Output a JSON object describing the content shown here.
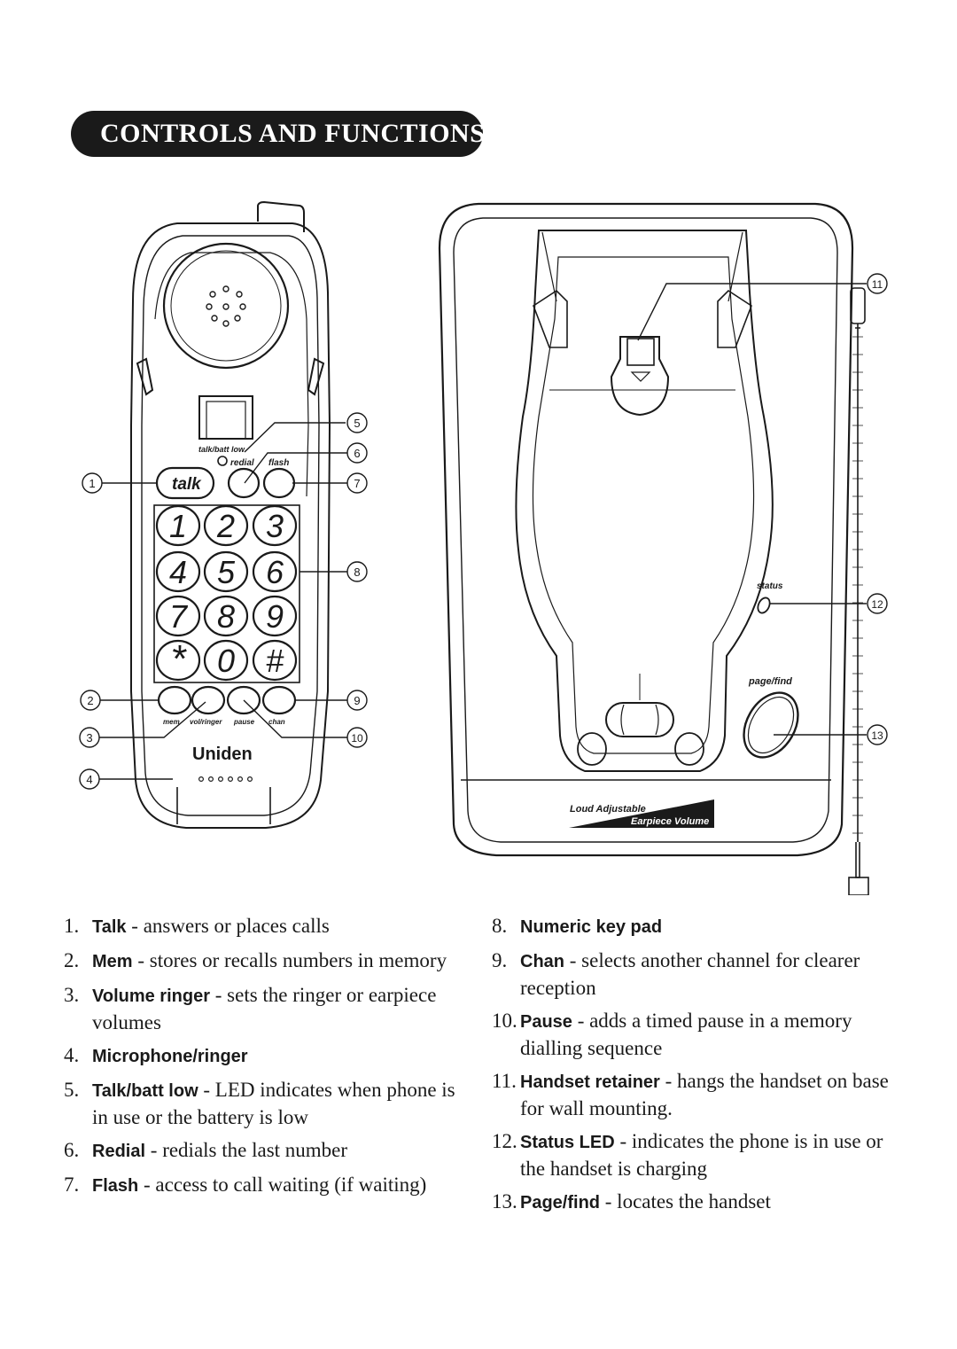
{
  "header": {
    "title": "CONTROLS AND FUNCTIONS"
  },
  "handset": {
    "talk_key": "talk",
    "talkbatt_label": "talk/batt low",
    "redial_label": "redial",
    "flash_label": "flash",
    "keys": [
      "1",
      "2",
      "3",
      "4",
      "5",
      "6",
      "7",
      "8",
      "9",
      "*",
      "0",
      "#"
    ],
    "bottom_labels": [
      "mem",
      "vol/ringer",
      "pause",
      "chan"
    ],
    "brand": "Uniden"
  },
  "base": {
    "status_label": "status",
    "pagefind_label": "page/find",
    "volume_text_1": "Loud Adjustable",
    "volume_text_2": "Earpiece Volume"
  },
  "callouts": [
    "1",
    "2",
    "3",
    "4",
    "5",
    "6",
    "7",
    "8",
    "9",
    "10",
    "11",
    "12",
    "13"
  ],
  "items_left": [
    {
      "n": "1.",
      "term": "Talk",
      "desc": " - answers or places calls"
    },
    {
      "n": "2.",
      "term": "Mem",
      "desc": " - stores or recalls numbers in memory"
    },
    {
      "n": "3.",
      "term": "Volume ringer",
      "desc": " - sets the ringer or earpiece volumes"
    },
    {
      "n": "4.",
      "term": "Microphone/ringer",
      "desc": ""
    },
    {
      "n": "5.",
      "term": "Talk/batt low",
      "desc": " - LED indicates when phone is in use or the battery is low"
    },
    {
      "n": "6.",
      "term": "Redial",
      "desc": " - redials the last number"
    },
    {
      "n": "7.",
      "term": "Flash",
      "desc": " - access to call waiting (if waiting)"
    }
  ],
  "items_right": [
    {
      "n": "8.",
      "term": "Numeric key pad",
      "desc": ""
    },
    {
      "n": "9.",
      "term": "Chan",
      "desc": " - selects another channel for clearer reception"
    },
    {
      "n": "10.",
      "term": "Pause",
      "desc": " - adds a timed pause in a memory dialling sequence"
    },
    {
      "n": "11.",
      "term": "Handset retainer",
      "desc": " - hangs the handset on base for wall mounting."
    },
    {
      "n": "12.",
      "term": "Status LED",
      "desc": " - indicates the phone is in use or the handset is charging"
    },
    {
      "n": "13.",
      "term": "Page/find",
      "desc": " - locates the handset"
    }
  ]
}
